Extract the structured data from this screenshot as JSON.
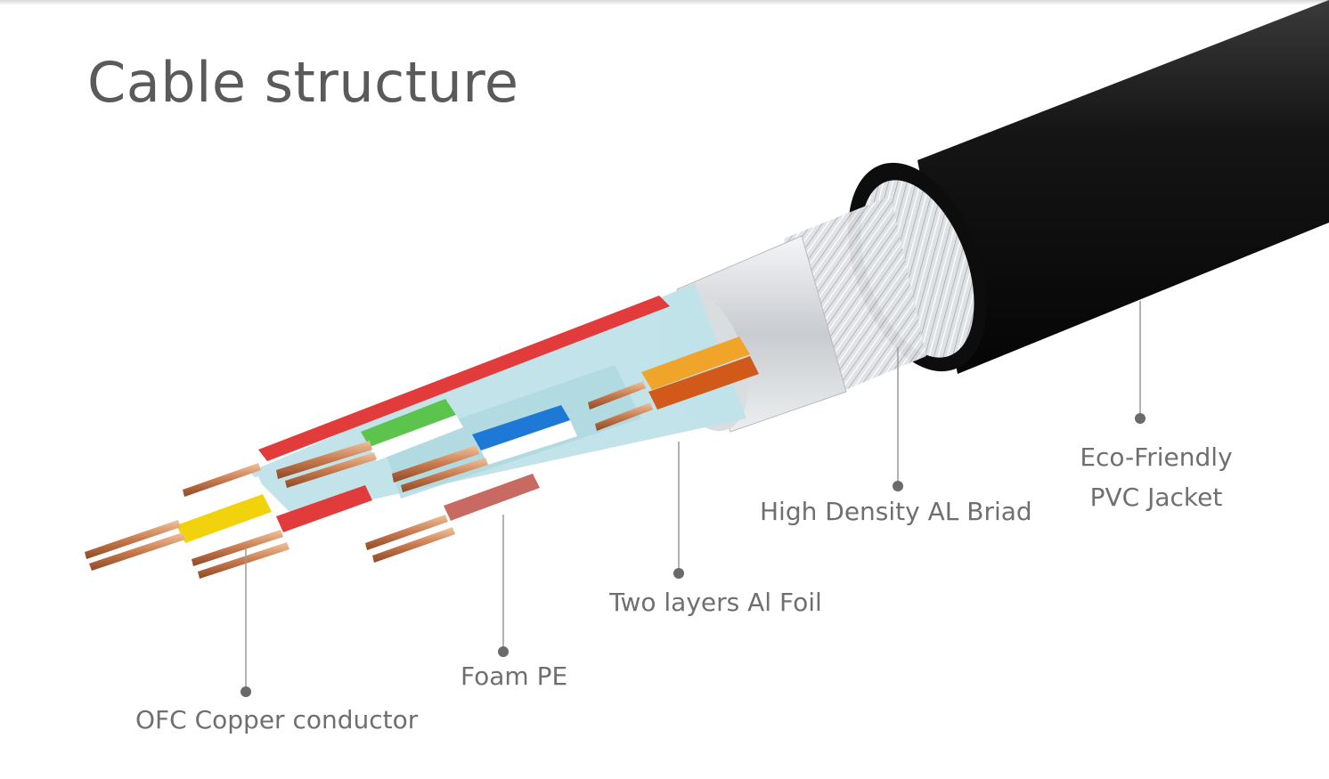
{
  "title": "Cable structure",
  "labels": {
    "pvc_jacket": {
      "line1": "Eco-Friendly",
      "line2": "PVC Jacket"
    },
    "al_braid": "High Density AL Briad",
    "al_foil": "Two layers Al Foil",
    "foam_pe": "Foam PE",
    "ofc_copper": "OFC Copper conductor"
  },
  "colors": {
    "text": "#6f6f6f",
    "title": "#5a5a5a",
    "jacket": "#111111",
    "foil": "#d7d9dc",
    "pair_sheath": "#b9dfe6",
    "copper": "#c97a4e",
    "wire_red": "#e23b3b",
    "wire_green": "#5cc44c",
    "wire_blue": "#1d78d6",
    "wire_yellow": "#f2d20c",
    "wire_orange": "#e58a19",
    "wire_brown": "#d15a1b",
    "leader": "#8a8a8a"
  }
}
